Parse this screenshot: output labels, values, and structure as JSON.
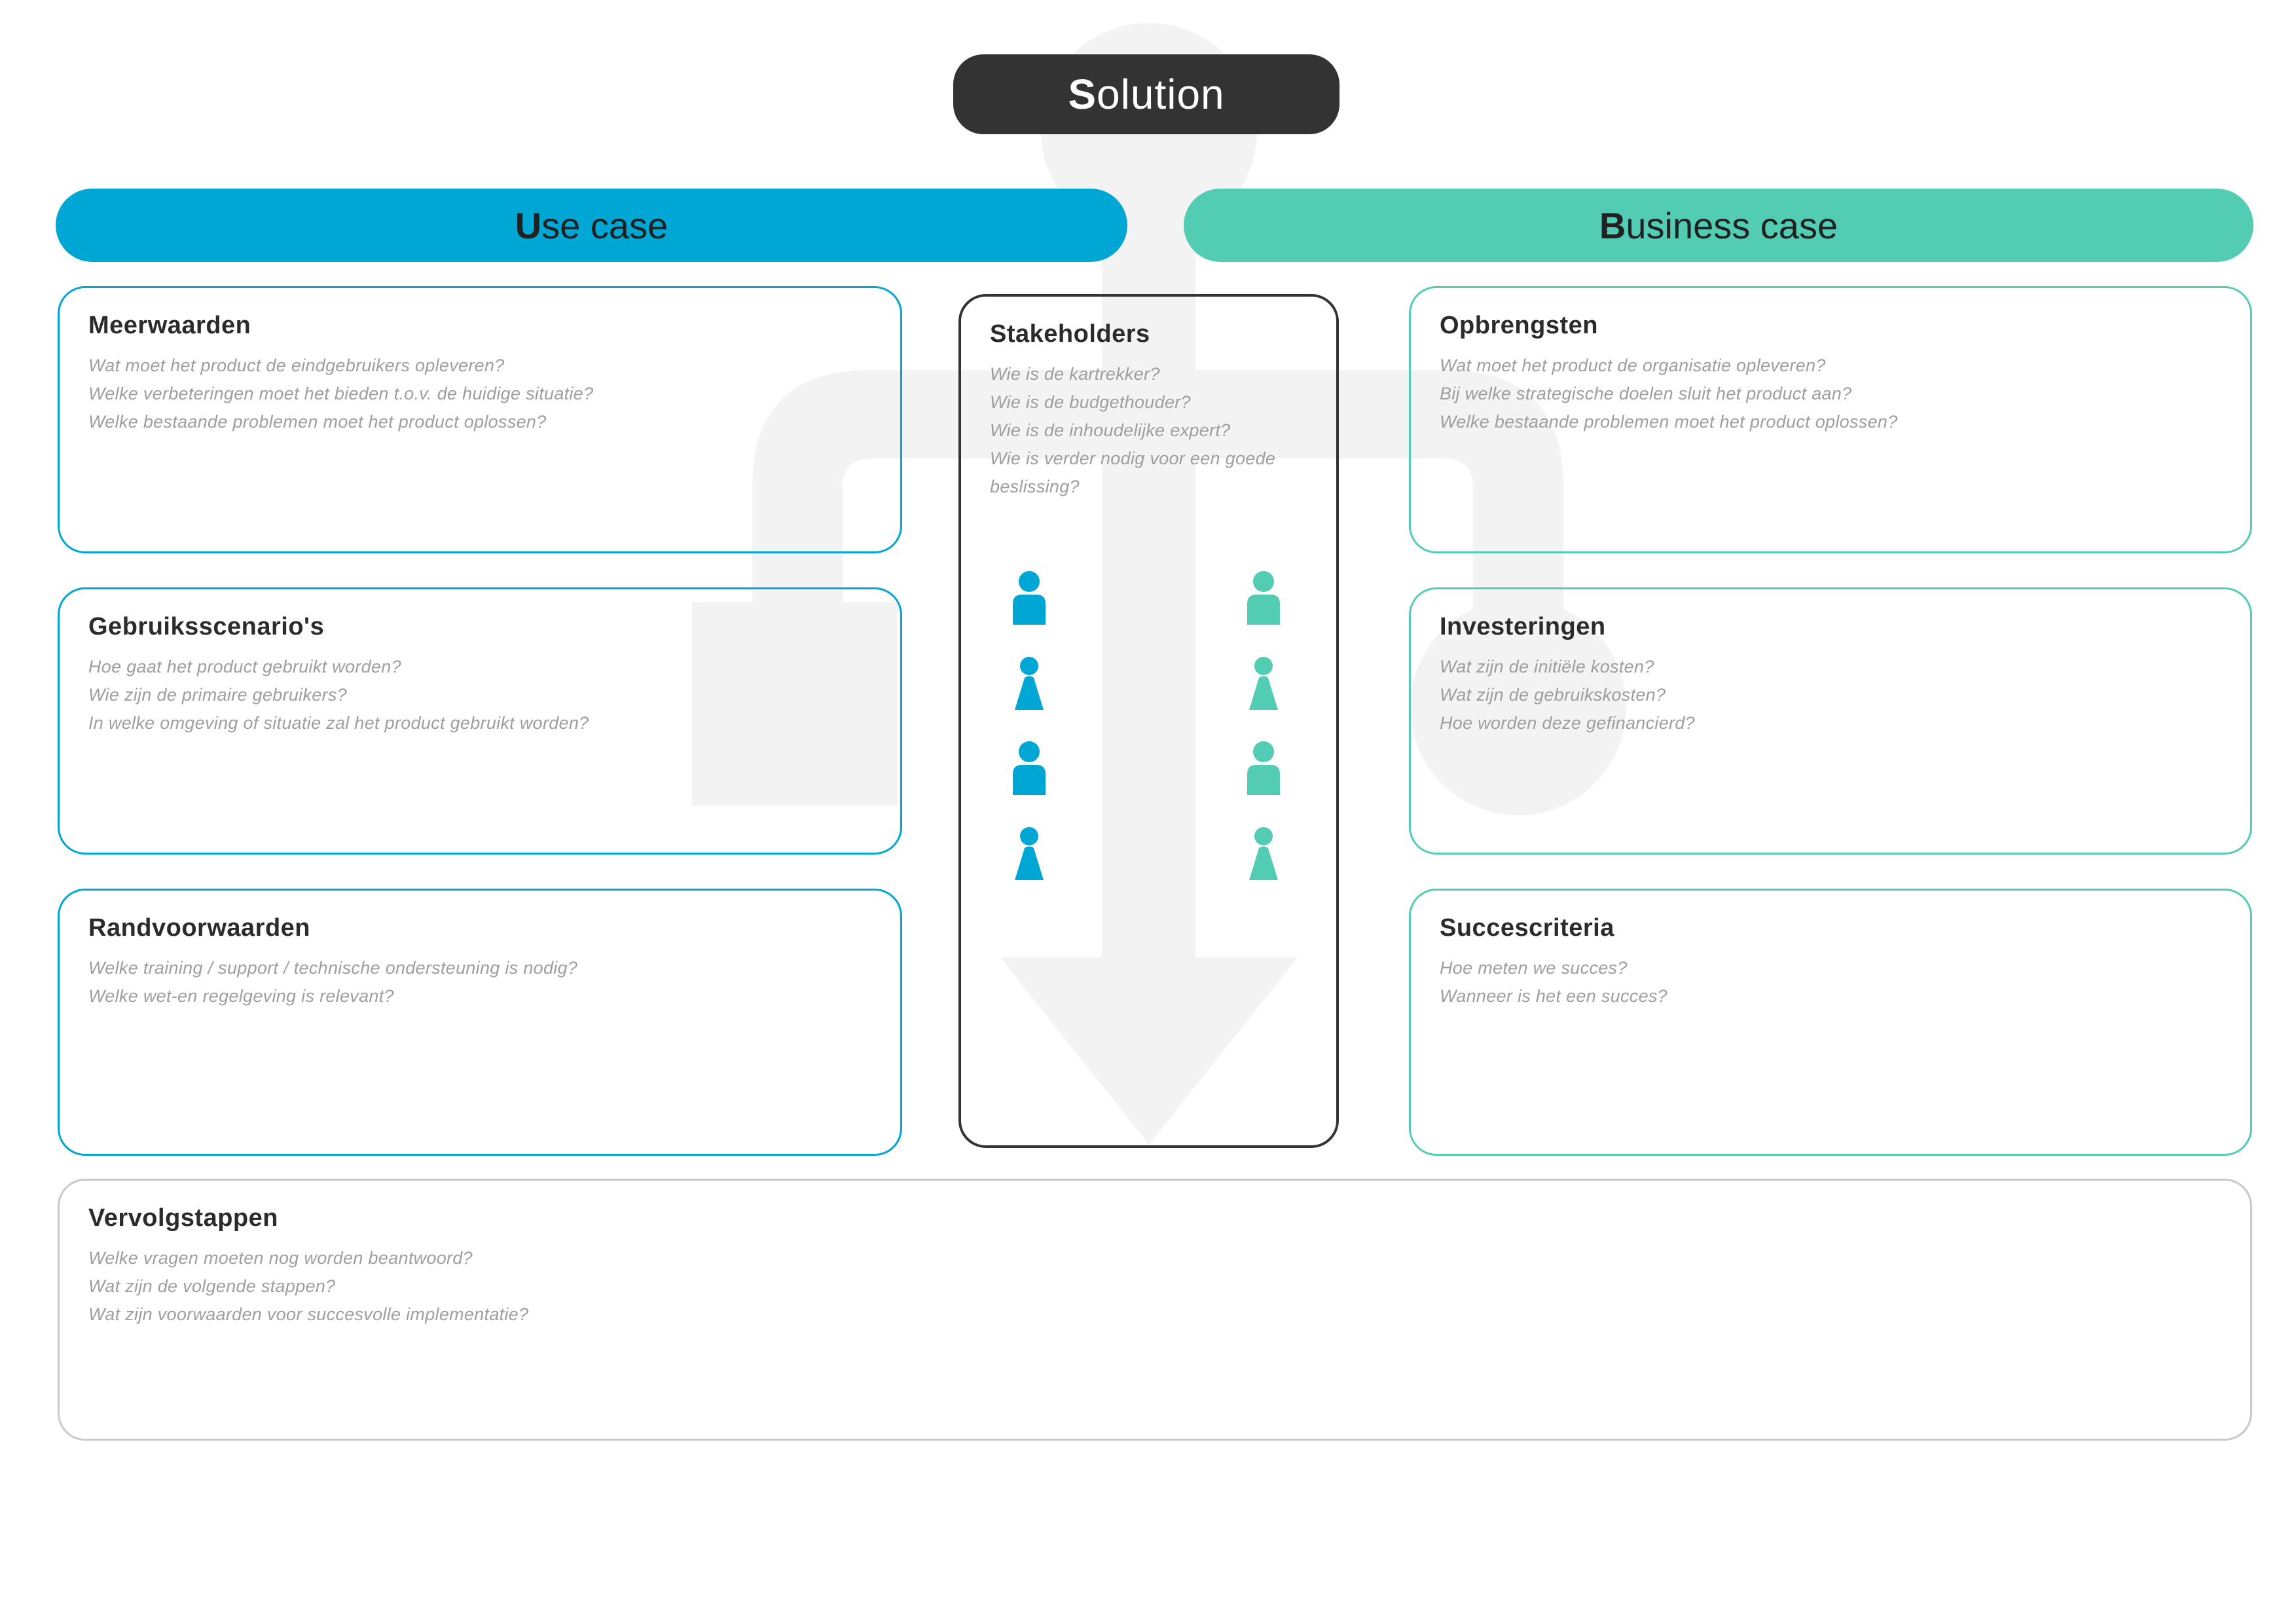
{
  "headers": {
    "solution": {
      "first": "S",
      "rest": "olution"
    },
    "use_case": {
      "first": "U",
      "rest": "se case"
    },
    "business_case": {
      "first": "B",
      "rest": "usiness case"
    }
  },
  "colors": {
    "use": "#00a6d4",
    "business": "#52cdb4",
    "dark": "#333333",
    "watermark": "#f3f3f3",
    "neutral_border": "#c9c9c9"
  },
  "boxes": {
    "meerwaarden": {
      "title": "Meerwaarden",
      "questions": [
        "Wat moet het product de eindgebruikers opleveren?",
        "Welke verbeteringen moet het bieden t.o.v. de huidige situatie?",
        "Welke bestaande problemen moet het product oplossen?"
      ]
    },
    "gebruiksscenarios": {
      "title": "Gebruiksscenario's",
      "questions": [
        "Hoe gaat het product gebruikt worden?",
        "Wie zijn de primaire gebruikers?",
        "In welke omgeving of situatie zal het product gebruikt worden?"
      ]
    },
    "randvoorwaarden": {
      "title": "Randvoorwaarden",
      "questions": [
        "Welke training / support / technische ondersteuning is nodig?",
        "Welke wet-en regelgeving is relevant?"
      ]
    },
    "stakeholders": {
      "title": "Stakeholders",
      "questions": [
        "Wie is de kartrekker?",
        "Wie is de budgethouder?",
        "Wie is de inhoudelijke expert?",
        "Wie is verder nodig voor een goede beslissing?"
      ]
    },
    "opbrengsten": {
      "title": "Opbrengsten",
      "questions": [
        "Wat moet het product de organisatie opleveren?",
        "Bij welke strategische doelen sluit het product aan?",
        "Welke bestaande problemen moet het product oplossen?"
      ]
    },
    "investeringen": {
      "title": "Investeringen",
      "questions": [
        "Wat zijn de initiële kosten?",
        "Wat zijn de gebruikskosten?",
        "Hoe worden deze gefinancierd?"
      ]
    },
    "succescriteria": {
      "title": "Succescriteria",
      "questions": [
        "Hoe meten we succes?",
        "Wanneer is het een succes?"
      ]
    },
    "vervolgstappen": {
      "title": "Vervolgstappen",
      "questions": [
        "Welke vragen moeten nog worden beantwoord?",
        "Wat zijn de volgende stappen?",
        "Wat zijn voorwaarden voor succesvolle implementatie?"
      ]
    }
  },
  "stakeholder_icons": [
    {
      "side": "use-case",
      "type": "male"
    },
    {
      "side": "use-case",
      "type": "female"
    },
    {
      "side": "use-case",
      "type": "male"
    },
    {
      "side": "use-case",
      "type": "female"
    },
    {
      "side": "business-case",
      "type": "male"
    },
    {
      "side": "business-case",
      "type": "female"
    },
    {
      "side": "business-case",
      "type": "male"
    },
    {
      "side": "business-case",
      "type": "female"
    }
  ]
}
